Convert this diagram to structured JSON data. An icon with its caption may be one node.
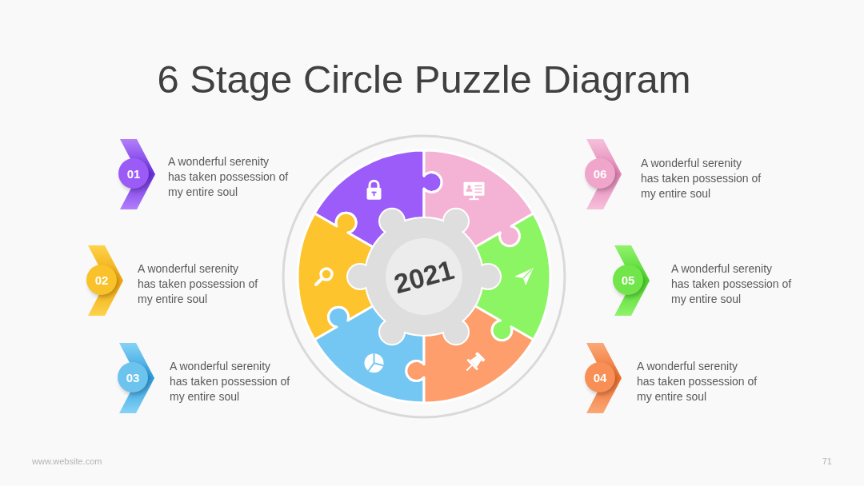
{
  "diagram": {
    "title": "6 Stage Circle Puzzle Diagram",
    "nodes": [
      {
        "text": [
          "01"
        ],
        "beside": [
          "A wonderful serenity has taken possession of my entire soul"
        ]
      },
      {
        "text": [
          "02"
        ],
        "beside": [
          "A wonderful serenity has taken possession of my entire soul"
        ]
      },
      {
        "text": [
          "03"
        ],
        "beside": [
          "A wonderful serenity has taken possession of my entire soul"
        ]
      },
      {
        "text": [
          "04"
        ],
        "beside": [
          "A wonderful serenity has taken possession of my entire soul"
        ]
      },
      {
        "text": [
          "05"
        ],
        "beside": [
          "A wonderful serenity has taken possession of my entire soul"
        ]
      },
      {
        "text": [
          "06"
        ],
        "beside": [
          "A wonderful serenity has taken possession of my entire soul"
        ]
      },
      {
        "text": [
          "2021"
        ]
      },
      {
        "text": [],
        "shape": "puzzle"
      },
      {
        "text": [],
        "shape": "puzzle"
      },
      {
        "text": [],
        "shape": "puzzle"
      },
      {
        "text": [],
        "shape": "puzzle"
      },
      {
        "text": [],
        "shape": "puzzle"
      },
      {
        "text": [],
        "shape": "puzzle"
      }
    ],
    "labels": [
      "www.website.com",
      "71"
    ]
  }
}
